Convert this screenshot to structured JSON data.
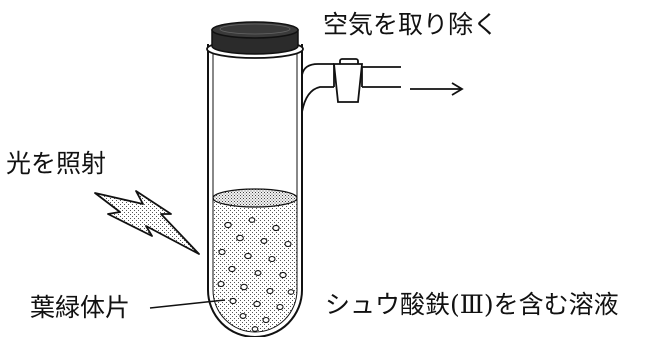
{
  "diagram": {
    "labels": {
      "remove_air": "空気を取り除く",
      "light": "光を照射",
      "chloroplast": "葉緑体片",
      "solution": "シュウ酸鉄(Ⅲ)を含む溶液"
    },
    "colors": {
      "ink": "#111111",
      "stopper": "#333333",
      "liquid": "#d9d9d9",
      "lightning": "#8a8a8a"
    },
    "icons": {
      "light": "lightning-bolt-icon",
      "flow": "arrow-right-icon"
    }
  }
}
